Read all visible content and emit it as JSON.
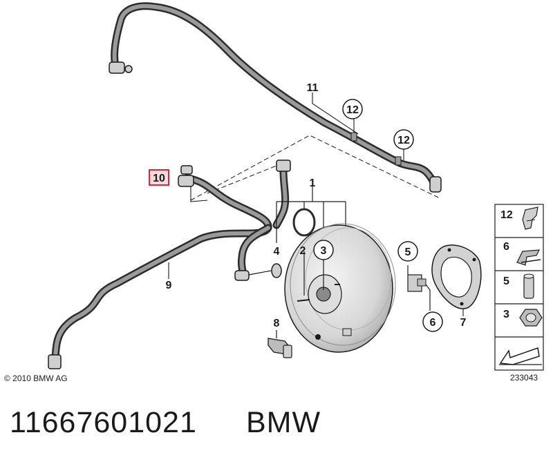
{
  "callouts": {
    "c1": "1",
    "c2": "2",
    "c3": "3",
    "c4": "4",
    "c5": "5",
    "c6": "6",
    "c7": "7",
    "c8": "8",
    "c9": "9",
    "c10": "10",
    "c11": "11",
    "c12a": "12",
    "c12b": "12"
  },
  "legend": {
    "r12": "12",
    "r6": "6",
    "r5": "5",
    "r3": "3"
  },
  "copyright": "© 2010 BMW AG",
  "diagram_id": "233043",
  "part_number": "11667601021",
  "brand": "BMW",
  "colors": {
    "highlight": "#d0142a",
    "line": "#1a1a1a",
    "part_fill": "#d8d8d8"
  }
}
